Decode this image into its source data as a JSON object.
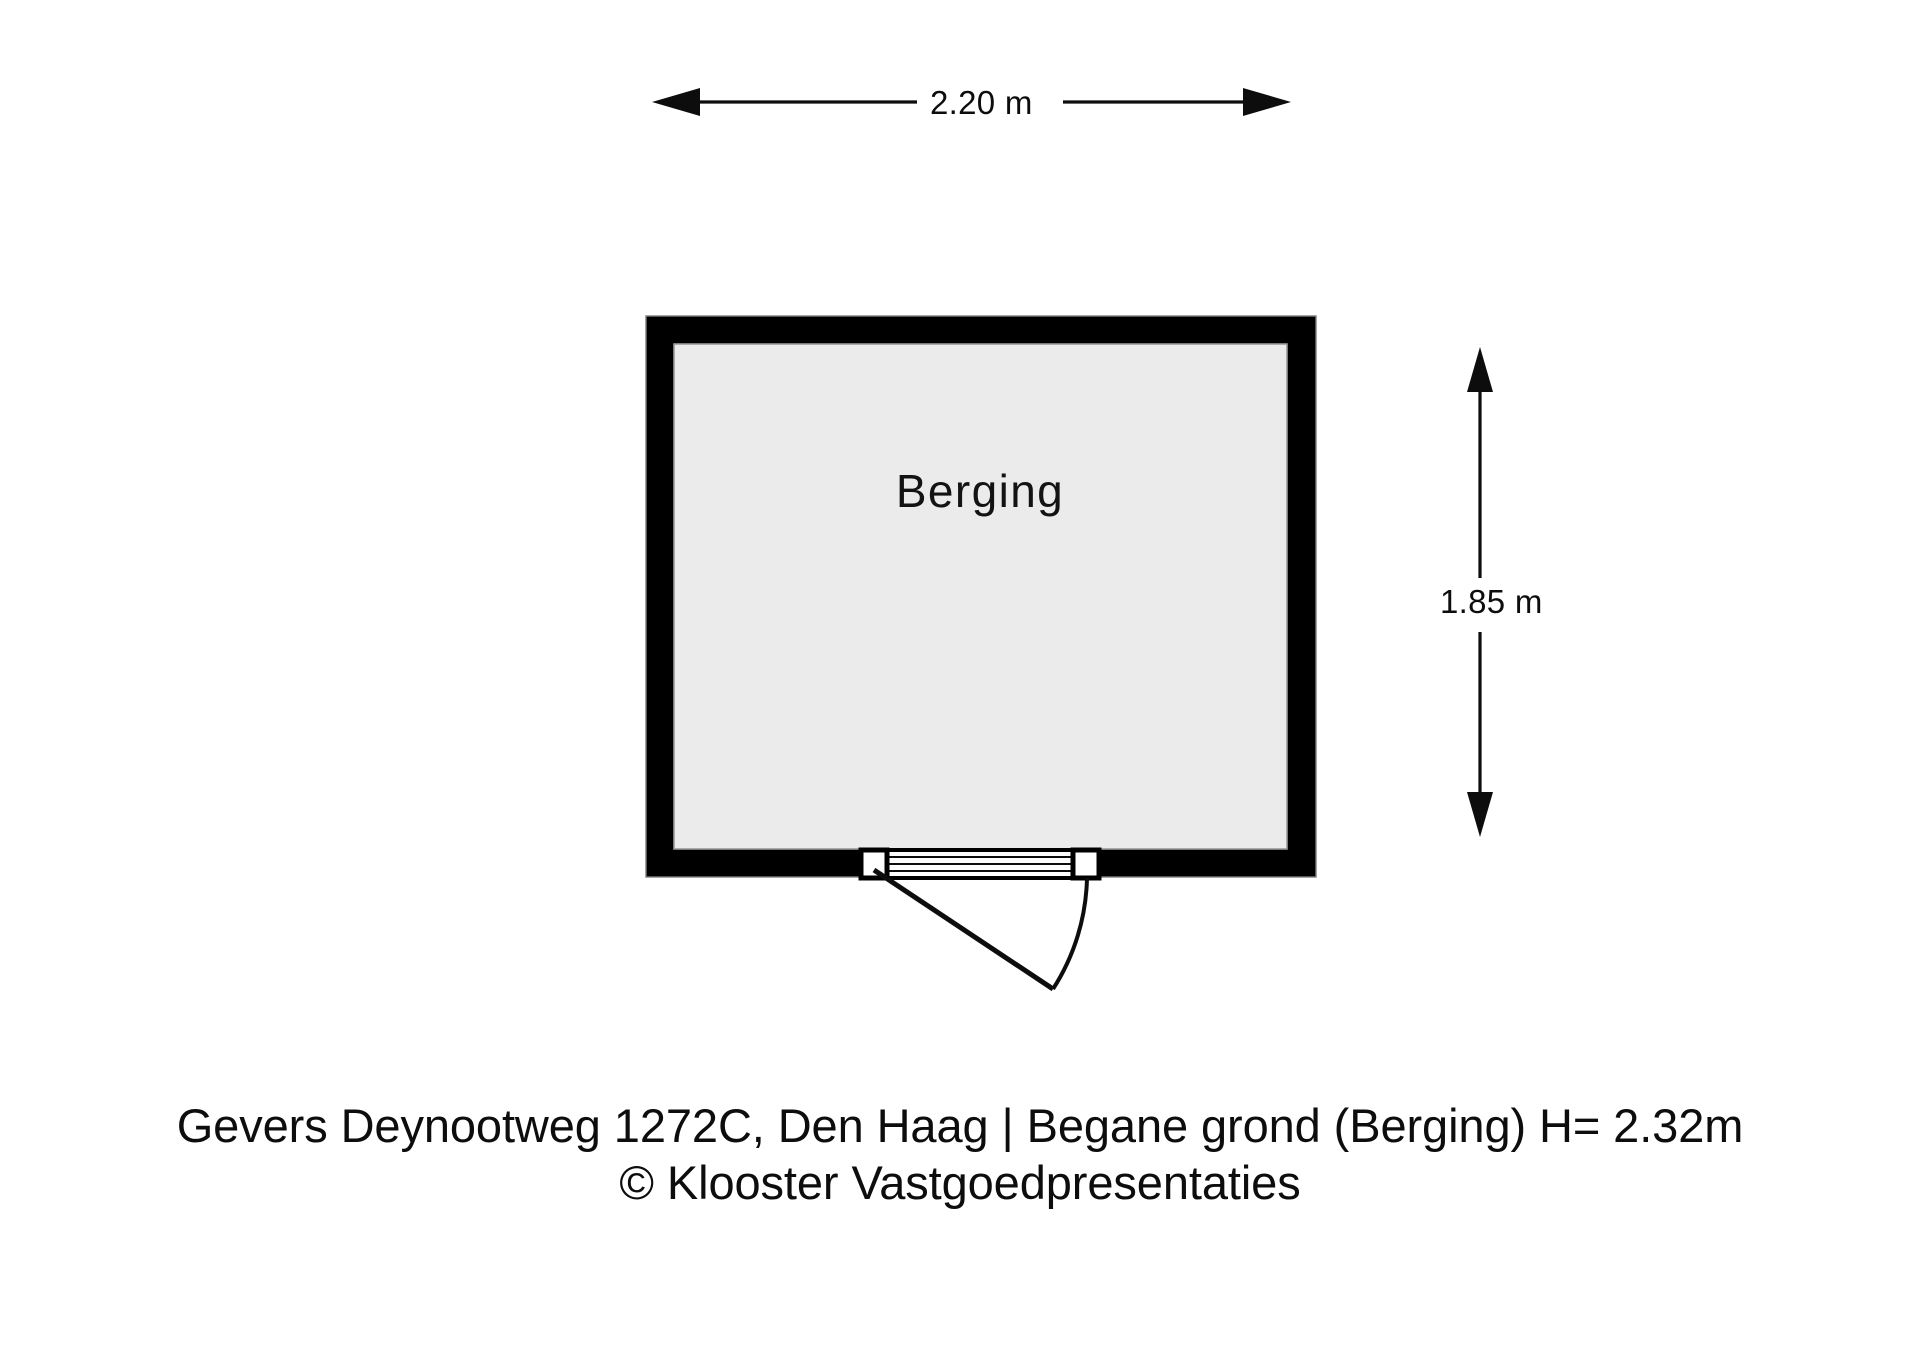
{
  "document": {
    "type": "floor-plan",
    "background_color": "#ffffff"
  },
  "plan": {
    "rooms": [
      {
        "label": "Berging",
        "floor_color": "#ebebeb",
        "wall_color": "#000000",
        "outline_color": "#808080"
      }
    ],
    "dimensions": {
      "width": {
        "label": "2.20 m",
        "orientation": "horizontal",
        "value": 2.2,
        "unit": "m"
      },
      "height": {
        "label": "1.85 m",
        "orientation": "vertical",
        "value": 1.85,
        "unit": "m"
      }
    },
    "openings": [
      {
        "kind": "door",
        "wall": "bottom",
        "swing": "inward-left-hinge"
      }
    ]
  },
  "caption": {
    "line1": "Gevers Deynootweg 1272C, Den Haag | Begane grond (Berging) H= 2.32m",
    "line2": "© Klooster Vastgoedpresentaties",
    "address": "Gevers Deynootweg 1272C",
    "city": "Den Haag",
    "floor": "Begane grond",
    "room": "Berging",
    "ceiling_height": "H= 2.32m",
    "copyright_owner": "Klooster Vastgoedpresentaties"
  },
  "colors": {
    "wall": "#000000",
    "floor": "#ebebeb",
    "text": "#0d0d0d",
    "background": "#ffffff"
  }
}
